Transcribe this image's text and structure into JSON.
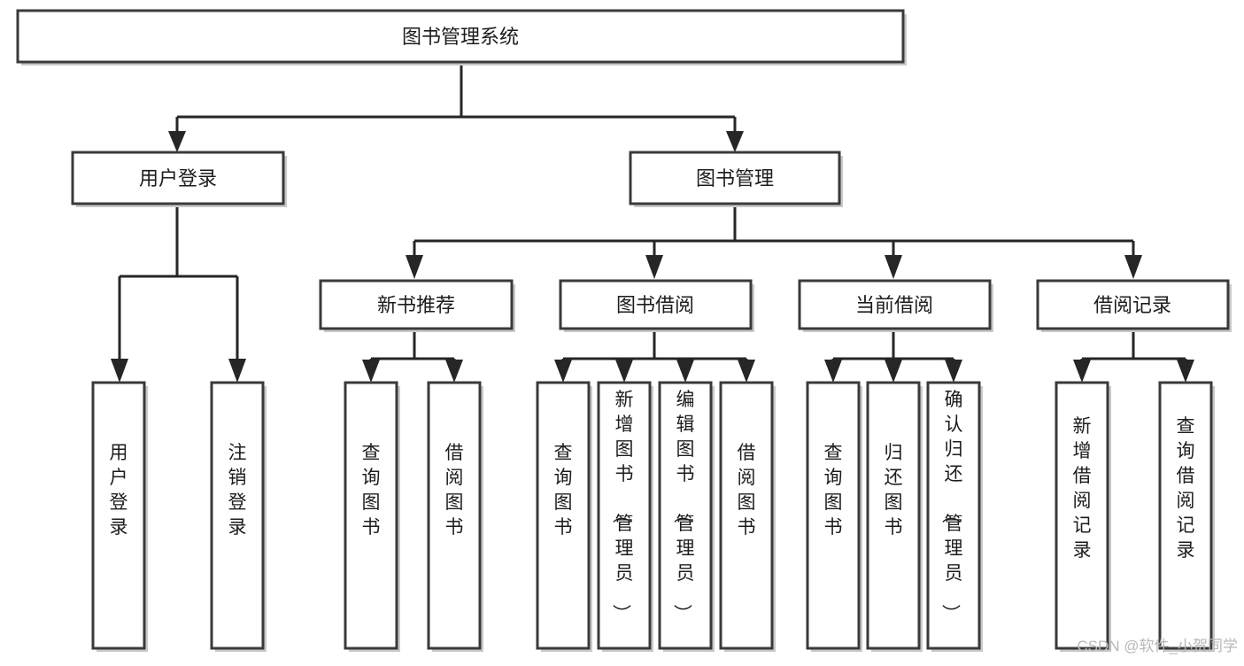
{
  "diagram": {
    "type": "tree-hierarchy",
    "title": "图书管理系统",
    "root": {
      "id": "root",
      "label": "图书管理系统",
      "orientation": "horizontal"
    },
    "level2": [
      {
        "id": "user-login",
        "label": "用户登录",
        "orientation": "horizontal"
      },
      {
        "id": "book-manage",
        "label": "图书管理",
        "orientation": "horizontal"
      }
    ],
    "level3": [
      {
        "id": "new-book-recommend",
        "label": "新书推荐",
        "orientation": "horizontal"
      },
      {
        "id": "book-borrow",
        "label": "图书借阅",
        "orientation": "horizontal"
      },
      {
        "id": "current-borrow",
        "label": "当前借阅",
        "orientation": "horizontal"
      },
      {
        "id": "borrow-record",
        "label": "借阅记录",
        "orientation": "horizontal"
      }
    ],
    "leaves": [
      {
        "id": "leaf-user-login",
        "label": "用户登录",
        "parent": "user-login",
        "orientation": "vertical"
      },
      {
        "id": "leaf-user-logout",
        "label": "注销登录",
        "parent": "user-login",
        "orientation": "vertical"
      },
      {
        "id": "leaf-query-book-1",
        "label": "查询图书",
        "parent": "new-book-recommend",
        "orientation": "vertical"
      },
      {
        "id": "leaf-borrow-book-1",
        "label": "借阅图书",
        "parent": "new-book-recommend",
        "orientation": "vertical"
      },
      {
        "id": "leaf-query-book-2",
        "label": "查询图书",
        "parent": "book-borrow",
        "orientation": "vertical"
      },
      {
        "id": "leaf-add-book",
        "label": "新增图书（管理员）",
        "parent": "book-borrow",
        "orientation": "vertical"
      },
      {
        "id": "leaf-edit-book",
        "label": "编辑图书（管理员）",
        "parent": "book-borrow",
        "orientation": "vertical"
      },
      {
        "id": "leaf-borrow-book-2",
        "label": "借阅图书",
        "parent": "book-borrow",
        "orientation": "vertical"
      },
      {
        "id": "leaf-query-book-3",
        "label": "查询图书",
        "parent": "current-borrow",
        "orientation": "vertical"
      },
      {
        "id": "leaf-return-book",
        "label": "归还图书",
        "parent": "current-borrow",
        "orientation": "vertical"
      },
      {
        "id": "leaf-confirm-return",
        "label": "确认归还（管理员）",
        "parent": "current-borrow",
        "orientation": "vertical"
      },
      {
        "id": "leaf-add-record",
        "label": "新增借阅记录",
        "parent": "borrow-record",
        "orientation": "vertical"
      },
      {
        "id": "leaf-query-record",
        "label": "查询借阅记录",
        "parent": "borrow-record",
        "orientation": "vertical"
      }
    ]
  },
  "watermark": {
    "text": "CSDN @软件_小贺同学"
  },
  "colors": {
    "background": "#ffffff",
    "box_fill": "#ffffff",
    "box_stroke": "#3a3a3a",
    "connector": "#262626",
    "text": "#1c1c1c",
    "watermark": "#b8b8b8"
  }
}
